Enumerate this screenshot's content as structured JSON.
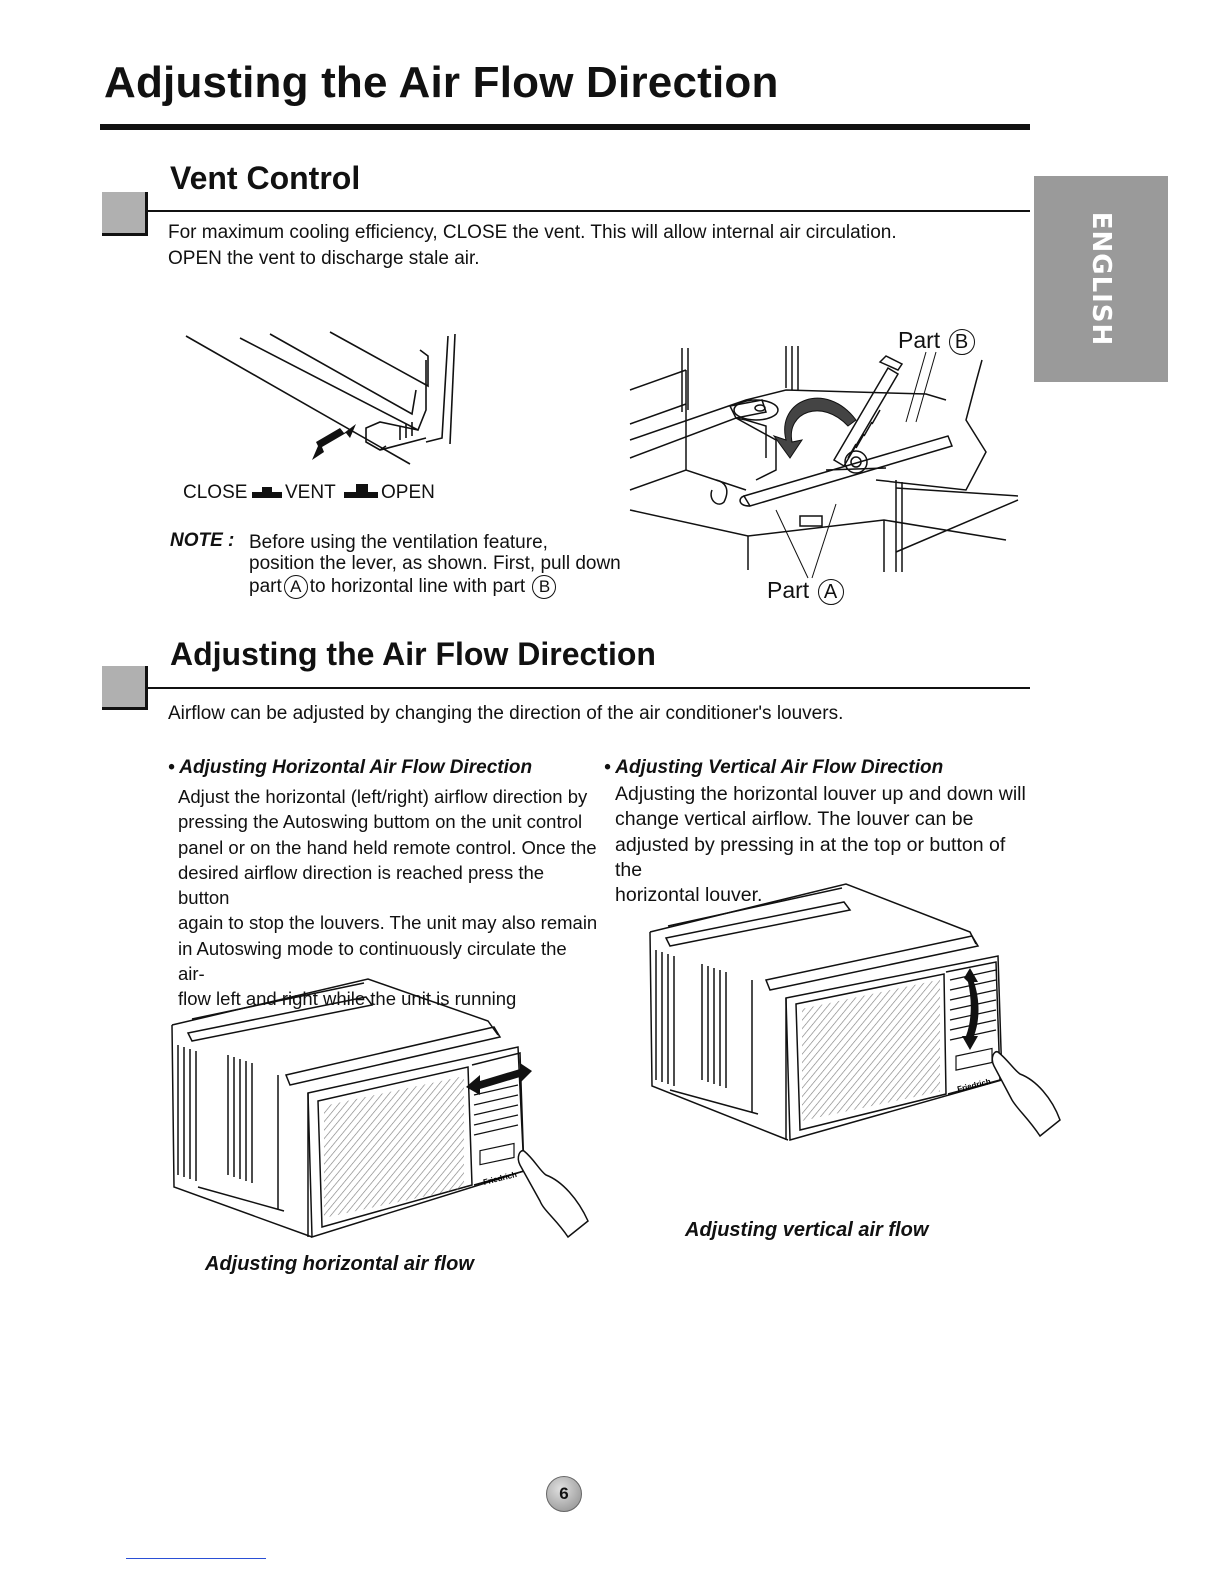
{
  "page": {
    "title": "Adjusting the Air Flow Direction",
    "language_tab": "ENGLISH",
    "page_number": "6"
  },
  "vent_control": {
    "heading": "Vent Control",
    "line1": "For maximum cooling efficiency, CLOSE the vent. This will allow internal air circulation.",
    "line2": "OPEN the vent to discharge stale air.",
    "lever": {
      "close": "CLOSE",
      "vent": "VENT",
      "open": "OPEN"
    },
    "note": {
      "label": "NOTE :",
      "line1": "Before using the ventilation feature,",
      "line2": "position the lever, as shown. First, pull down",
      "line3_a": "part",
      "line3_b": "to horizontal line with part",
      "circle_a": "A",
      "circle_b": "B"
    },
    "part_b_label": "Part",
    "part_b_letter": "B",
    "part_a_label": "Part",
    "part_a_letter": "A"
  },
  "air_flow": {
    "heading": "Adjusting the Air Flow Direction",
    "intro": "Airflow can be adjusted by changing the direction of the air conditioner's  louvers.",
    "horizontal": {
      "title": "• Adjusting Horizontal Air Flow Direction",
      "lines": [
        "Adjust the horizontal (left/right) airflow direction by",
        "pressing the Autoswing buttom on the unit control",
        "panel or on the hand held remote control. Once the",
        "desired airflow direction is reached press the button",
        "again to stop the louvers. The unit may also remain",
        "in Autoswing mode to continuously circulate the air-",
        "flow left and right while the unit is running"
      ],
      "caption": "Adjusting horizontal air flow"
    },
    "vertical": {
      "title": "• Adjusting Vertical Air Flow Direction",
      "lines": [
        "Adjusting the horizontal louver up and down will",
        "change vertical airflow. The louver can be",
        "adjusted by pressing in at the top or button of the",
        "horizontal louver."
      ],
      "caption": "Adjusting vertical air flow"
    },
    "brand_mark": "Friedrich"
  }
}
